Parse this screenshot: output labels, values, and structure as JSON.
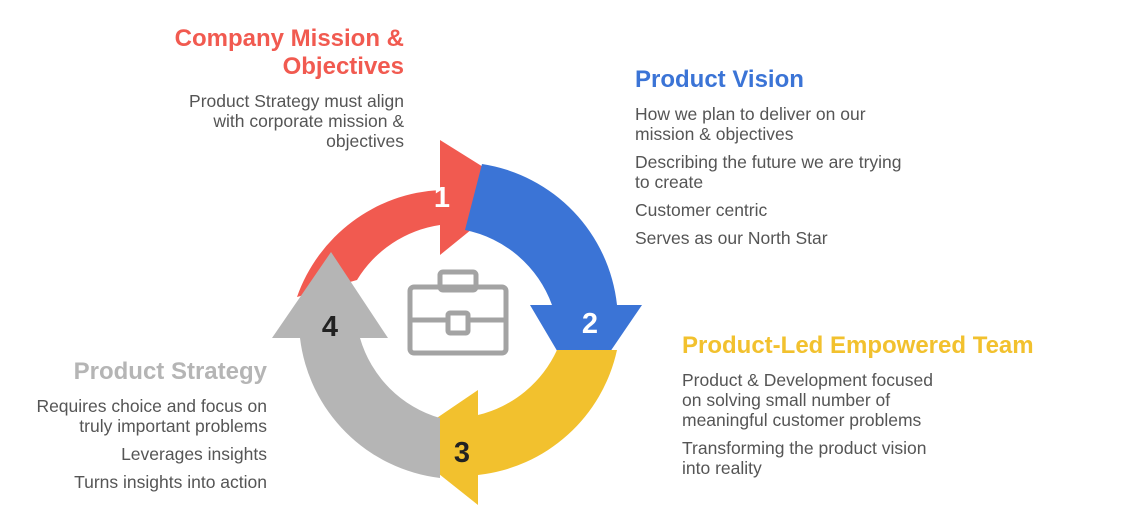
{
  "colors": {
    "mission": "#f15a50",
    "vision": "#3b74d6",
    "team": "#f2c12e",
    "strategy": "#b5b5b5",
    "text": "#555555",
    "icon": "#a3a3a3"
  },
  "mission": {
    "heading_lines": [
      "Company Mission &",
      "Objectives"
    ],
    "groups": [
      [
        "Product Strategy must align",
        "with corporate mission &",
        "objectives"
      ]
    ]
  },
  "vision": {
    "heading_lines": [
      "Product Vision"
    ],
    "groups": [
      [
        "How we plan to deliver on our",
        "mission & objectives"
      ],
      [
        "Describing the future we are trying",
        "to create"
      ],
      [
        "Customer centric"
      ],
      [
        "Serves as our North Star"
      ]
    ]
  },
  "team": {
    "heading_lines": [
      "Product-Led Empowered Team"
    ],
    "groups": [
      [
        "Product & Development focused",
        "on solving small number of",
        "meaningful customer problems"
      ],
      [
        "Transforming  the product vision",
        "into reality"
      ]
    ]
  },
  "strategy": {
    "heading_lines": [
      "Product Strategy"
    ],
    "groups": [
      [
        "Requires choice and focus on",
        "truly important problems"
      ],
      [
        "Leverages insights"
      ],
      [
        "Turns insights into action"
      ]
    ]
  },
  "cycle": {
    "step_numbers": [
      "1",
      "2",
      "3",
      "4"
    ],
    "center_icon": "briefcase-icon"
  }
}
